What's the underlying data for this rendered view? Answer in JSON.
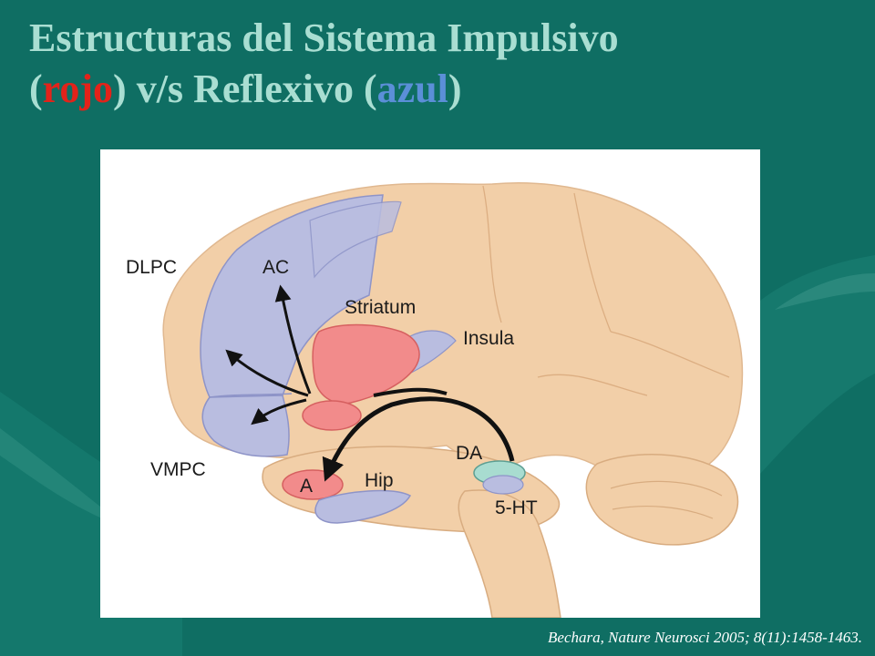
{
  "slide": {
    "title_line1": "Estructuras del Sistema Impulsivo",
    "title_open_paren": "(",
    "title_red_word": "rojo",
    "title_mid": ") v/s Reflexivo (",
    "title_blue_word": "azul",
    "title_close_paren": ")",
    "citation": "Bechara, Nature Neurosci 2005; 8(11):1458-1463."
  },
  "colors": {
    "background": "#0f6e63",
    "title": "#a9ded2",
    "impulsive_red": "#e2231a",
    "reflexive_blue": "#5b8fd8",
    "brain_tan": "#f2cfa8",
    "region_blue": "#b9bde0",
    "region_red": "#f28b8b",
    "region_teal": "#a8dcd0"
  },
  "diagram": {
    "labels": {
      "dlpc": "DLPC",
      "ac": "AC",
      "striatum": "Striatum",
      "insula": "Insula",
      "vmpc": "VMPC",
      "a": "A",
      "hip": "Hip",
      "da": "DA",
      "five_ht": "5-HT"
    }
  }
}
